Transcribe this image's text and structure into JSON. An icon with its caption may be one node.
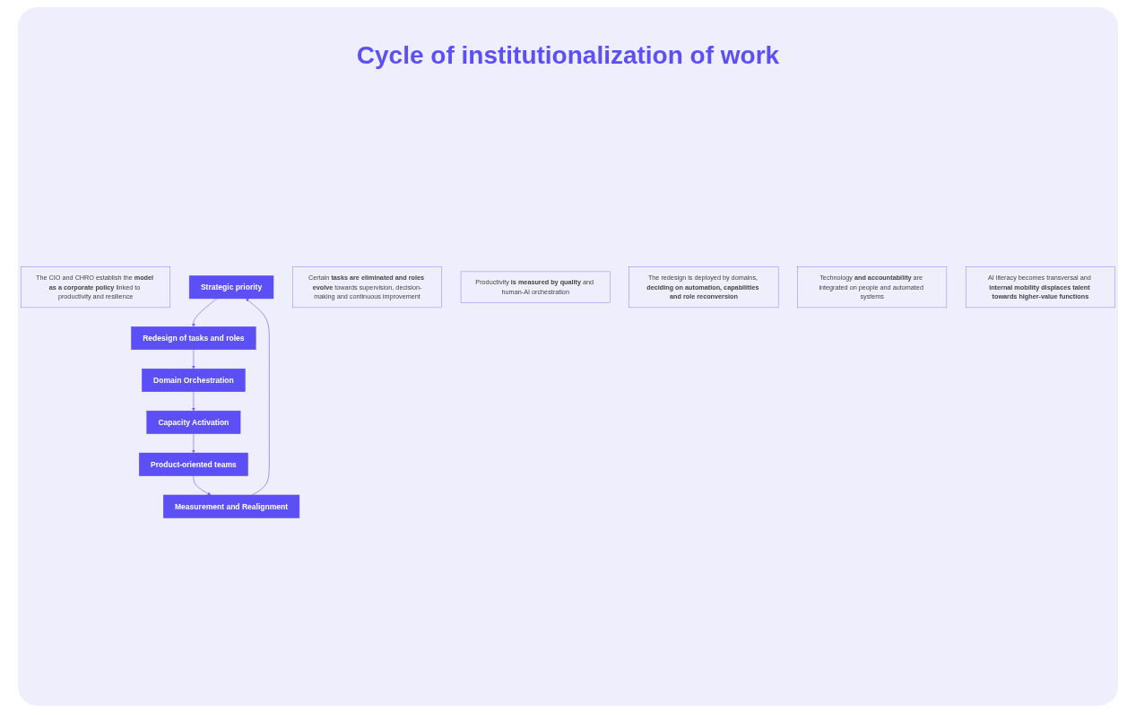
{
  "diagram": {
    "title": "Cycle of institutionalization of work",
    "nodes": [
      {
        "text": [
          "The CIO and CHRO establish the **model as a corporate policy** linked to productivity and resilience"
        ]
      },
      {
        "text": [
          "Strategic priority"
        ]
      },
      {
        "text": [
          "Redesign of tasks and roles"
        ]
      },
      {
        "text": [
          "Certain **tasks are eliminated and roles evolve** towards supervision, decision-making and continuous improvement"
        ]
      },
      {
        "text": [
          "Productivity **is measured by quality** and human-AI orchestration"
        ]
      },
      {
        "text": [
          "Measurement and Realignment"
        ]
      },
      {
        "text": [
          "Domain Orchestration"
        ]
      },
      {
        "text": [
          "The redesign is deployed by domains, **deciding on automation, capabilities and role reconversion**"
        ]
      },
      {
        "text": [
          "Technology **and accountability** are integrated on people and automated systems"
        ]
      },
      {
        "text": [
          "Product-oriented teams"
        ]
      },
      {
        "text": [
          "Capacity Activation"
        ]
      },
      {
        "text": [
          "AI literacy becomes transversal and **internal mobility displaces talent towards higher-value functions**"
        ]
      }
    ],
    "edges": [
      {
        "from": 1,
        "to": 2,
        "arrow": "to"
      },
      {
        "from": 2,
        "to": 6,
        "arrow": "to"
      },
      {
        "from": 6,
        "to": 10,
        "arrow": "to"
      },
      {
        "from": 10,
        "to": 9,
        "arrow": "to"
      },
      {
        "from": 9,
        "to": 5,
        "arrow": "to"
      },
      {
        "from": 5,
        "to": 1,
        "arrow": "to"
      }
    ]
  }
}
